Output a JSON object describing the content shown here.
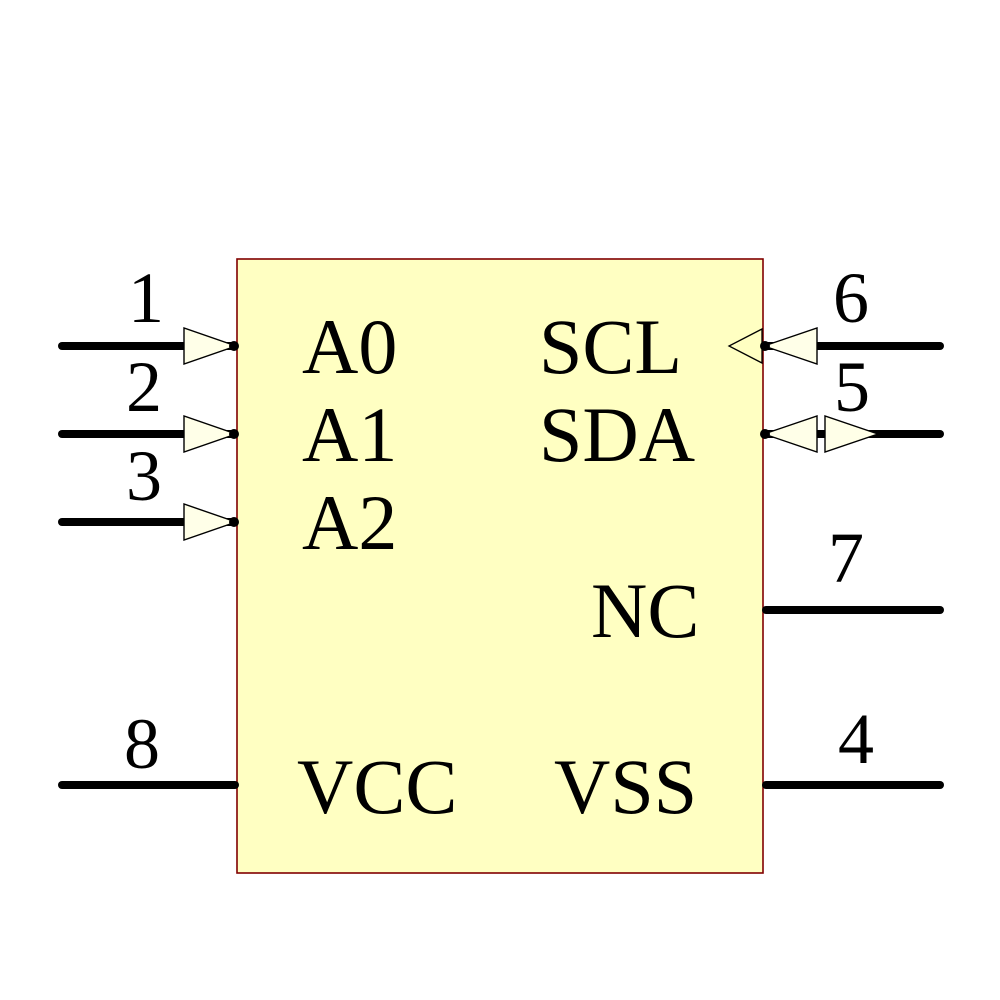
{
  "colors": {
    "body_fill": "#FFFFC2",
    "body_border": "#800000",
    "arrow_fill": "#FFFFE8",
    "pin_color": "#000000",
    "text_color": "#000000"
  },
  "component": {
    "pins": [
      {
        "number": "1",
        "label": "A0",
        "side": "left",
        "direction": "input"
      },
      {
        "number": "2",
        "label": "A1",
        "side": "left",
        "direction": "input"
      },
      {
        "number": "3",
        "label": "A2",
        "side": "left",
        "direction": "input"
      },
      {
        "number": "4",
        "label": "VSS",
        "side": "right",
        "direction": "passive"
      },
      {
        "number": "5",
        "label": "SDA",
        "side": "right",
        "direction": "bidirectional"
      },
      {
        "number": "6",
        "label": "SCL",
        "side": "right",
        "direction": "input"
      },
      {
        "number": "7",
        "label": "NC",
        "side": "right",
        "direction": "passive"
      },
      {
        "number": "8",
        "label": "VCC",
        "side": "left",
        "direction": "power"
      }
    ]
  }
}
